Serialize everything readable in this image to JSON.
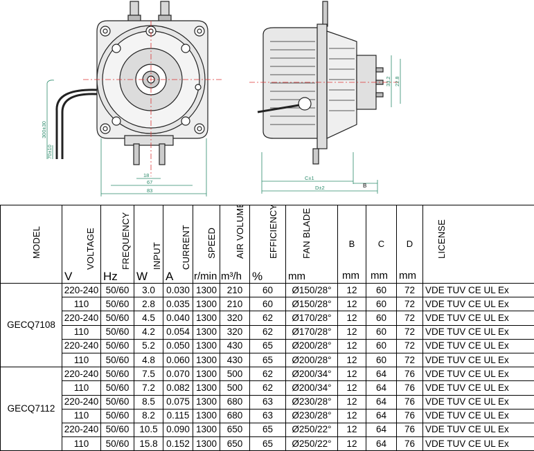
{
  "drawing": {
    "dims_front": [
      "18",
      "67",
      "83"
    ],
    "dims_front_side": [
      "300±30",
      "70±10"
    ],
    "dims_side": [
      "C±1",
      "D±2",
      "B"
    ],
    "dims_side_vertical": [
      "33.2",
      "22.8"
    ]
  },
  "table": {
    "headers": {
      "model": "MODEL",
      "voltage": {
        "label": "VOLTAGE",
        "unit": "V"
      },
      "frequency": {
        "label": "FREQUENCY",
        "unit": "Hz"
      },
      "input": {
        "label": "INPUT",
        "unit": "W"
      },
      "current": {
        "label": "CURRENT",
        "unit": "A"
      },
      "speed": {
        "label": "SPEED",
        "unit": "r/min"
      },
      "air_volume": {
        "label": "AIR VOLUME",
        "unit": "m³/h"
      },
      "efficiency": {
        "label": "EFFICIENCY",
        "unit": "%"
      },
      "fan_blade": {
        "label": "FAN BLADE",
        "unit": "mm"
      },
      "b": {
        "label": "B",
        "unit": "mm"
      },
      "c": {
        "label": "C",
        "unit": "mm"
      },
      "d": {
        "label": "D",
        "unit": "mm"
      },
      "license": "LICENSE"
    },
    "groups": [
      {
        "model": "GECQ7108",
        "rows": [
          [
            "220-240",
            "50/60",
            "3.0",
            "0.030",
            "1300",
            "210",
            "60",
            "Ø150/28°",
            "12",
            "60",
            "72",
            "VDE TUV CE UL Ex"
          ],
          [
            "110",
            "50/60",
            "2.8",
            "0.035",
            "1300",
            "210",
            "60",
            "Ø150/28°",
            "12",
            "60",
            "72",
            "VDE TUV CE UL Ex"
          ],
          [
            "220-240",
            "50/60",
            "4.5",
            "0.040",
            "1300",
            "320",
            "62",
            "Ø170/28°",
            "12",
            "60",
            "72",
            "VDE TUV CE UL Ex"
          ],
          [
            "110",
            "50/60",
            "4.2",
            "0.054",
            "1300",
            "320",
            "62",
            "Ø170/28°",
            "12",
            "60",
            "72",
            "VDE TUV CE UL Ex"
          ],
          [
            "220-240",
            "50/60",
            "5.2",
            "0.050",
            "1300",
            "430",
            "65",
            "Ø200/28°",
            "12",
            "60",
            "72",
            "VDE TUV CE UL Ex"
          ],
          [
            "110",
            "50/60",
            "4.8",
            "0.060",
            "1300",
            "430",
            "65",
            "Ø200/28°",
            "12",
            "60",
            "72",
            "VDE TUV CE UL Ex"
          ]
        ]
      },
      {
        "model": "GECQ7112",
        "rows": [
          [
            "220-240",
            "50/60",
            "7.5",
            "0.070",
            "1300",
            "500",
            "62",
            "Ø200/34°",
            "12",
            "64",
            "76",
            "VDE TUV CE UL Ex"
          ],
          [
            "110",
            "50/60",
            "7.2",
            "0.082",
            "1300",
            "500",
            "62",
            "Ø200/34°",
            "12",
            "64",
            "76",
            "VDE TUV CE UL Ex"
          ],
          [
            "220-240",
            "50/60",
            "8.5",
            "0.075",
            "1300",
            "680",
            "63",
            "Ø230/28°",
            "12",
            "64",
            "76",
            "VDE TUV CE UL Ex"
          ],
          [
            "110",
            "50/60",
            "8.2",
            "0.115",
            "1300",
            "680",
            "63",
            "Ø230/28°",
            "12",
            "64",
            "76",
            "VDE TUV CE UL Ex"
          ],
          [
            "220-240",
            "50/60",
            "10.5",
            "0.090",
            "1300",
            "650",
            "65",
            "Ø250/22°",
            "12",
            "64",
            "76",
            "VDE TUV CE UL Ex"
          ],
          [
            "110",
            "50/60",
            "15.8",
            "0.152",
            "1300",
            "650",
            "65",
            "Ø250/22°",
            "12",
            "64",
            "76",
            "VDE TUV CE UL Ex"
          ]
        ]
      }
    ]
  }
}
